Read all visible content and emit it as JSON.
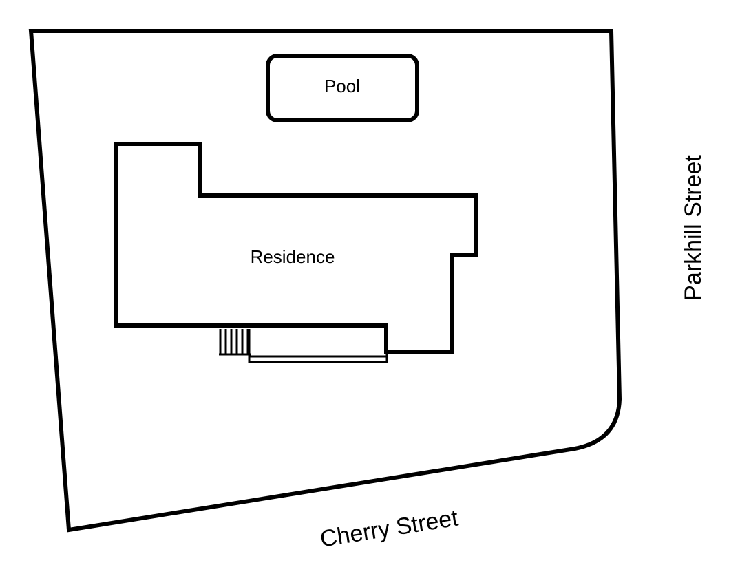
{
  "labels": {
    "pool": "Pool",
    "residence": "Residence",
    "parkhill_street": "Parkhill Street",
    "cherry_street": "Cherry Street"
  },
  "colors": {
    "stroke": "#000000",
    "background": "#ffffff"
  }
}
